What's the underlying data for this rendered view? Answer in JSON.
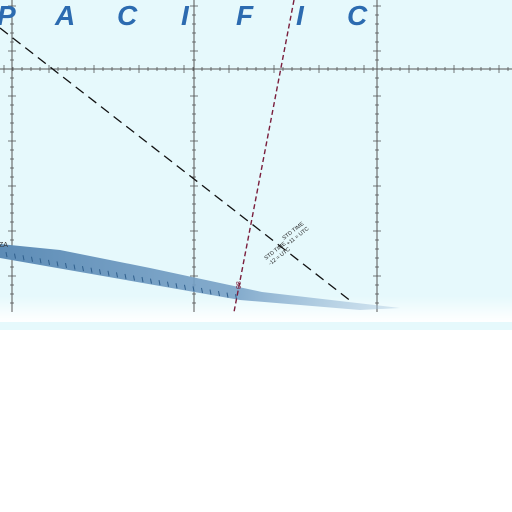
{
  "map": {
    "ocean_letters": [
      "P",
      "A",
      "C",
      "I",
      "F",
      "I",
      "C"
    ],
    "time_zones": {
      "upper": {
        "line1": "STD TIME",
        "line2": "+11 = UTC"
      },
      "lower": {
        "line1": "STD TIME",
        "line2": "-12 = UTC"
      }
    },
    "dateline_label": "08",
    "fragment_label": "ZA",
    "colors": {
      "water": "#e6f9fc",
      "grid": "#555555",
      "dateline": "#7a1e3c",
      "timezone_boundary": "#111111",
      "coast_band": "#6f9bc0",
      "ocean_label": "#2c6bb0"
    },
    "icons": {
      "ocean": "water-area",
      "boundary": "dashed-line"
    }
  }
}
